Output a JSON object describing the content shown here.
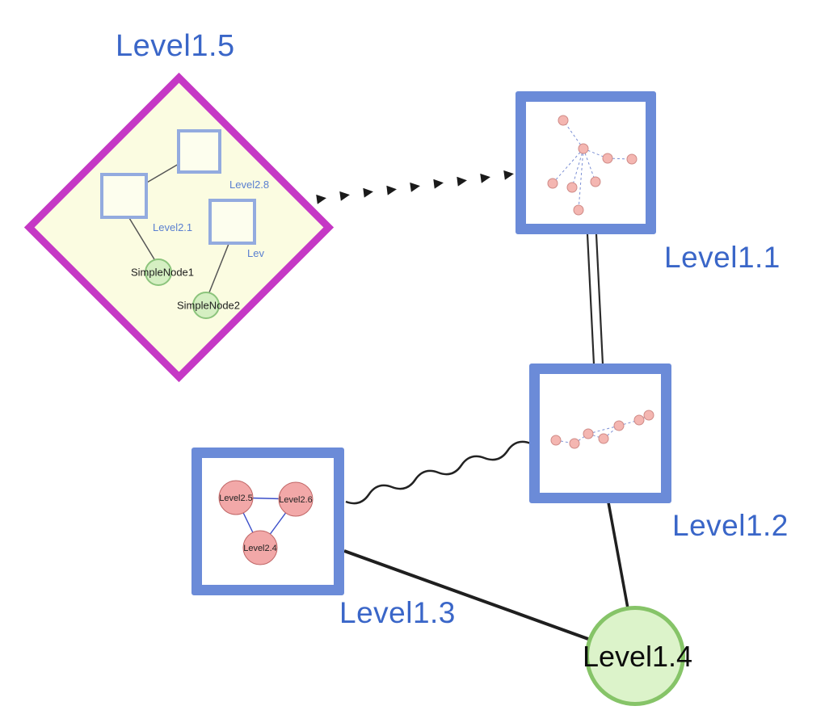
{
  "nodes": {
    "level15": {
      "label": "Level1.5",
      "shape": "diamond-group"
    },
    "level11": {
      "label": "Level1.1",
      "shape": "square-group"
    },
    "level12": {
      "label": "Level1.2",
      "shape": "square-group"
    },
    "level13": {
      "label": "Level1.3",
      "shape": "square-group"
    },
    "level14": {
      "label": "Level1.4",
      "shape": "circle"
    }
  },
  "edges": [
    {
      "from": "Level1.5",
      "to": "Level1.1",
      "style": "dashed-arrow"
    },
    {
      "from": "Level1.1",
      "to": "Level1.2",
      "style": "double-line"
    },
    {
      "from": "Level1.3",
      "to": "Level1.2",
      "style": "wavy"
    },
    {
      "from": "Level1.3",
      "to": "Level1.4",
      "style": "solid"
    },
    {
      "from": "Level1.2",
      "to": "Level1.4",
      "style": "solid"
    }
  ],
  "level15_contents": {
    "squares": {
      "level28": {
        "label": "Level2.8"
      },
      "level21": {
        "label": "Level2.1"
      },
      "lev": {
        "label": "Lev"
      }
    },
    "nodes": {
      "simple1": {
        "label": "SimpleNode1"
      },
      "simple2": {
        "label": "SimpleNode2"
      }
    },
    "edges": [
      {
        "from": "Level2.1",
        "to": "Level2.8"
      },
      {
        "from": "Level2.1",
        "to": "SimpleNode1"
      },
      {
        "from": "Lev",
        "to": "SimpleNode2"
      }
    ]
  },
  "level13_contents": {
    "level25": {
      "label": "Level2.5"
    },
    "level26": {
      "label": "Level2.6"
    },
    "level24": {
      "label": "Level2.4"
    },
    "edges": [
      {
        "from": "Level2.5",
        "to": "Level2.6"
      },
      {
        "from": "Level2.5",
        "to": "Level2.4"
      },
      {
        "from": "Level2.6",
        "to": "Level2.4"
      }
    ]
  },
  "colors": {
    "label_blue": "#3a66c8",
    "diamond_border": "#c538c5",
    "diamond_fill": "#fbfce1",
    "group_box_border": "#6b8bd8",
    "inner_square_border": "#93abdf",
    "pink_node_fill": "#f2a8a8",
    "pink_node_border": "#c06666",
    "green_node_fill": "#d5efc2",
    "green_node_border": "#86c468",
    "edge_dark": "#222222",
    "mini_edge_blue": "#7b8fd4"
  }
}
